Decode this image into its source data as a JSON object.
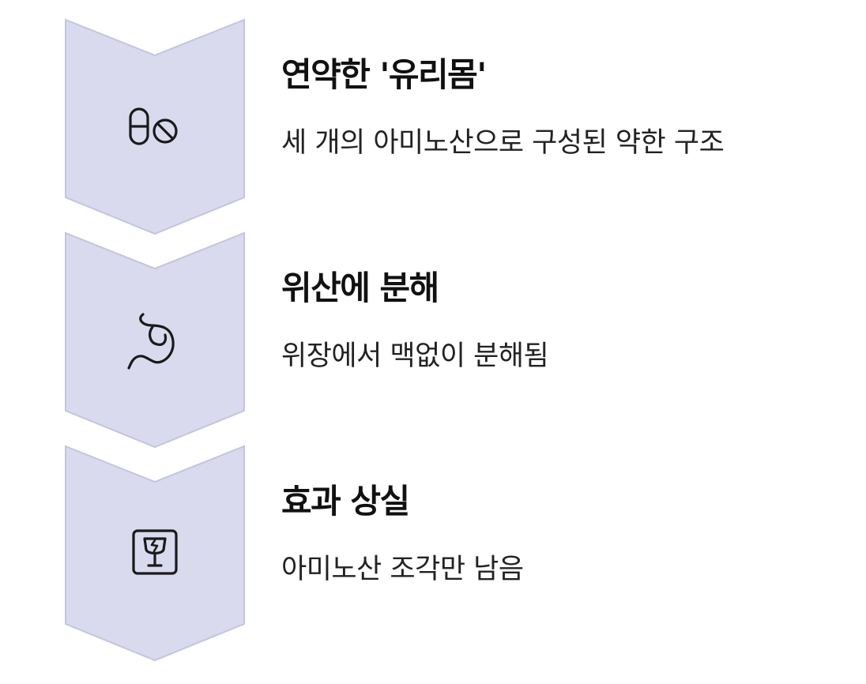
{
  "steps": [
    {
      "title": "연약한 '유리몸'",
      "description": "세 개의 아미노산으로 구성된 약한 구조",
      "icon": "pill-no-icon"
    },
    {
      "title": "위산에 분해",
      "description": "위장에서 맥없이 분해됨",
      "icon": "stomach-icon"
    },
    {
      "title": "효과 상실",
      "description": "아미노산 조각만 남음",
      "icon": "fragile-glass-icon"
    }
  ],
  "colors": {
    "chevron_fill": "#d9daed",
    "chevron_stroke": "#c3c5e0",
    "icon_stroke": "#1a1a1a",
    "title_text": "#111111",
    "desc_text": "#222222"
  }
}
